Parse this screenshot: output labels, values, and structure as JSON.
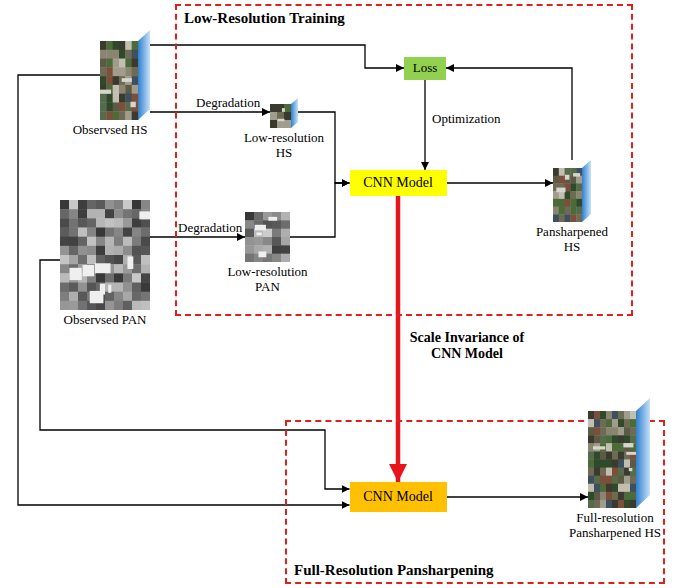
{
  "diagram": {
    "nodes": [
      {
        "text": [
          "Low-Resolution Training"
        ]
      },
      {
        "text": [
          "Loss"
        ],
        "in": 0
      },
      {
        "text": [
          "Observsed HS"
        ]
      },
      {
        "text": [
          "Low-resolution HS"
        ],
        "in": 0
      },
      {
        "text": [
          "CNN Model"
        ],
        "in": 0
      },
      {
        "text": [
          "Pansharpened HS"
        ],
        "in": 0
      },
      {
        "text": [
          "Observsed PAN"
        ]
      },
      {
        "text": [
          "Low-resolution PAN"
        ],
        "in": 0
      },
      {
        "text": [
          "Full-Resolution Pansharpening"
        ]
      },
      {
        "text": [
          "CNN Model"
        ],
        "in": 8
      },
      {
        "text": [
          "Full-resolution Pansharpened HS"
        ],
        "in": 8
      }
    ],
    "edges": [
      {
        "from": 2,
        "to": 1,
        "arrow": "to"
      },
      {
        "from": 2,
        "to": 3,
        "label": "Degradation",
        "arrow": "to"
      },
      {
        "from": 3,
        "to": 4,
        "arrow": "to"
      },
      {
        "from": 7,
        "to": 4,
        "arrow": "to"
      },
      {
        "from": 6,
        "to": 7,
        "label": "Degradation",
        "arrow": "to"
      },
      {
        "from": 1,
        "to": 4,
        "label": "Optimization",
        "arrow": "to"
      },
      {
        "from": 4,
        "to": 5,
        "arrow": "to"
      },
      {
        "from": 5,
        "to": 1,
        "arrow": "to"
      },
      {
        "from": 4,
        "to": 9,
        "label": "Scale Invariance of CNN Model",
        "arrow": "to"
      },
      {
        "from": 6,
        "to": 9,
        "arrow": "to"
      },
      {
        "from": 2,
        "to": 9,
        "arrow": "to"
      },
      {
        "from": 9,
        "to": 10,
        "arrow": "to"
      }
    ]
  }
}
